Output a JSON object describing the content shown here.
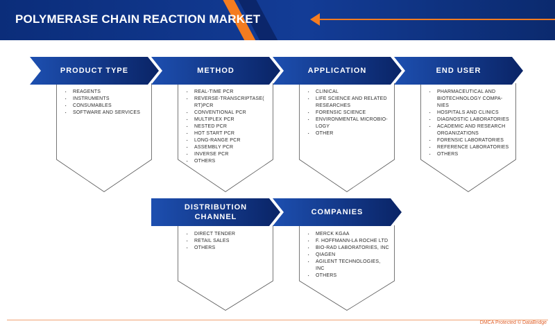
{
  "header": {
    "title": "POLYMERASE CHAIN REACTION MARKET"
  },
  "colors": {
    "primary": "#0e2f7d",
    "accent": "#f47c20",
    "border": "#555555"
  },
  "segments_top": [
    {
      "label": "PRODUCT TYPE",
      "items": [
        "REAGENTS",
        "INSTRUMENTS",
        "CONSUMABLES",
        "SOFTWARE AND SERVICES"
      ]
    },
    {
      "label": "METHOD",
      "items": [
        "REAL-TIME PCR",
        "REVERSE-TRANSCRIPTASE( RT)PCR",
        "CONVENTIONAL PCR",
        "MULTIPLEX PCR",
        "NESTED PCR",
        "HOT START PCR",
        "LONG-RANGE PCR",
        "ASSEMBLY PCR",
        "INVERSE PCR",
        "OTHERS"
      ]
    },
    {
      "label": "APPLICATION",
      "items": [
        "CLINICAL",
        "LIFE SCIENCE AND RELATED RESEARCHES",
        "FORENSIC SCIENCE",
        "ENVIRONMENTAL MICROBIO- LOGY",
        "OTHER"
      ]
    },
    {
      "label": "END USER",
      "items": [
        "PHARMACEUTICAL AND BIOTECHNOLOGY COMPA- NIES",
        "HOSPITALS AND CLINICS",
        "DIAGNOSTIC LABORATORIES",
        "ACADEMIC AND RESEARCH ORGANIZATIONS",
        "FORENSIC LABORATORIES",
        "REFERENCE LABORATORIES",
        "OTHERS"
      ]
    }
  ],
  "segments_bottom": [
    {
      "label": "DISTRIBUTION CHANNEL",
      "items": [
        "DIRECT TENDER",
        "RETAIL SALES",
        "OTHERS"
      ]
    },
    {
      "label": "COMPANIES",
      "items": [
        "MERCK KGAA",
        "F. HOFFMANN-LA ROCHE LTD",
        "BIO-RAD LABORATORIES, INC",
        "QIAGEN",
        "AGILENT TECHNOLOGIES, INC",
        "OTHERS"
      ]
    }
  ],
  "footer": {
    "text": "DMCA Protected © DataBridge"
  }
}
